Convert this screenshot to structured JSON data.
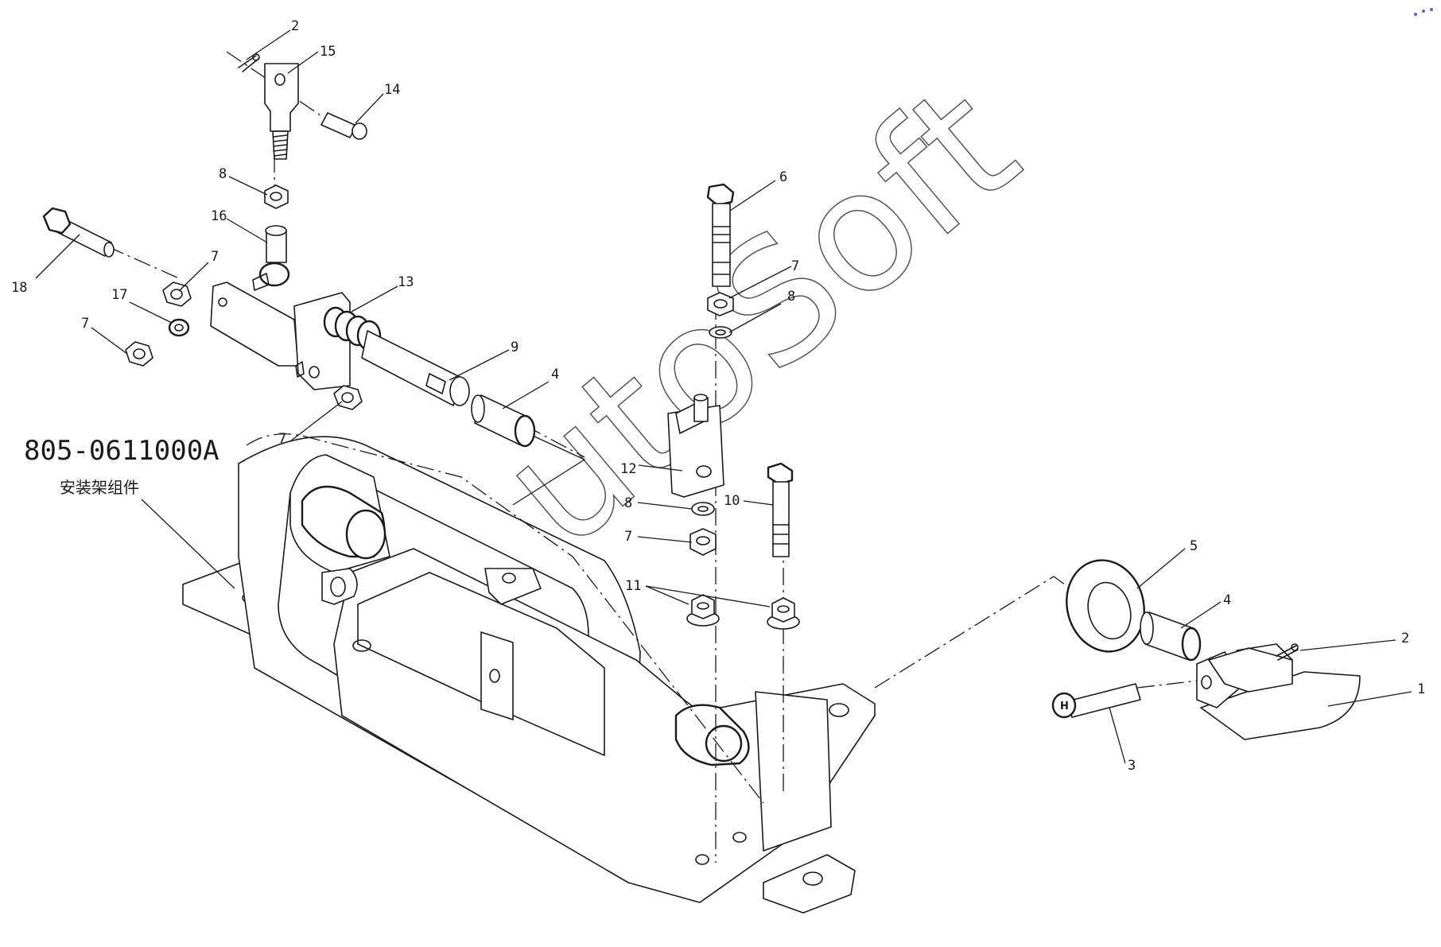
{
  "drawing": {
    "part_number": "805-0611000A",
    "assembly_name": "安装架组件",
    "watermark": "AutoSoft",
    "bolt_head_mark": "H"
  },
  "callouts": [
    {
      "id": "c2a",
      "text": "2"
    },
    {
      "id": "c15",
      "text": "15"
    },
    {
      "id": "c14",
      "text": "14"
    },
    {
      "id": "c8a",
      "text": "8"
    },
    {
      "id": "c16",
      "text": "16"
    },
    {
      "id": "c18",
      "text": "18"
    },
    {
      "id": "c7a",
      "text": "7"
    },
    {
      "id": "c17",
      "text": "17"
    },
    {
      "id": "c7b",
      "text": "7"
    },
    {
      "id": "c13",
      "text": "13"
    },
    {
      "id": "c9",
      "text": "9"
    },
    {
      "id": "c4a",
      "text": "4"
    },
    {
      "id": "c7c",
      "text": "7"
    },
    {
      "id": "c6",
      "text": "6"
    },
    {
      "id": "c7d",
      "text": "7"
    },
    {
      "id": "c8b",
      "text": "8"
    },
    {
      "id": "c12",
      "text": "12"
    },
    {
      "id": "c8c",
      "text": "8"
    },
    {
      "id": "c10",
      "text": "10"
    },
    {
      "id": "c7e",
      "text": "7"
    },
    {
      "id": "c11",
      "text": "11"
    },
    {
      "id": "c5",
      "text": "5"
    },
    {
      "id": "c4b",
      "text": "4"
    },
    {
      "id": "c2b",
      "text": "2"
    },
    {
      "id": "c1",
      "text": "1"
    },
    {
      "id": "c3",
      "text": "3"
    }
  ]
}
